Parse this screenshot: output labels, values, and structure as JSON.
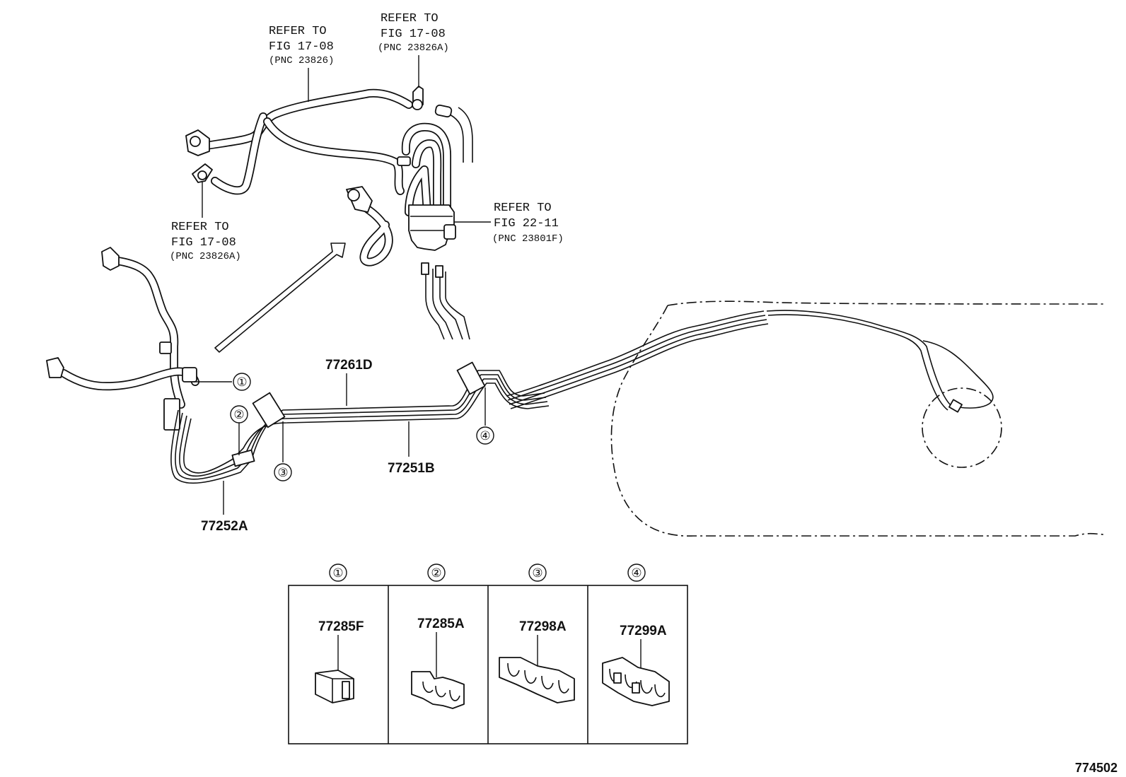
{
  "references": [
    {
      "line1": "REFER TO",
      "line2": "FIG 17-08",
      "pnc": "(PNC 23826)"
    },
    {
      "line1": "REFER TO",
      "line2": "FIG 17-08",
      "pnc": "(PNC 23826A)"
    },
    {
      "line1": "REFER TO",
      "line2": "FIG 17-08",
      "pnc": "(PNC 23826A)"
    },
    {
      "line1": "REFER TO",
      "line2": "FIG 22-11",
      "pnc": "(PNC 23801F)"
    }
  ],
  "callouts": [
    "①",
    "②",
    "③",
    "④"
  ],
  "part_labels": {
    "tube_upper": "77261D",
    "tube_lower": "77251B",
    "tube_front": "77252A"
  },
  "legend": [
    {
      "circle": "①",
      "part": "77285F"
    },
    {
      "circle": "②",
      "part": "77285A"
    },
    {
      "circle": "③",
      "part": "77298A"
    },
    {
      "circle": "④",
      "part": "77299A"
    }
  ],
  "figure_id": "774502"
}
